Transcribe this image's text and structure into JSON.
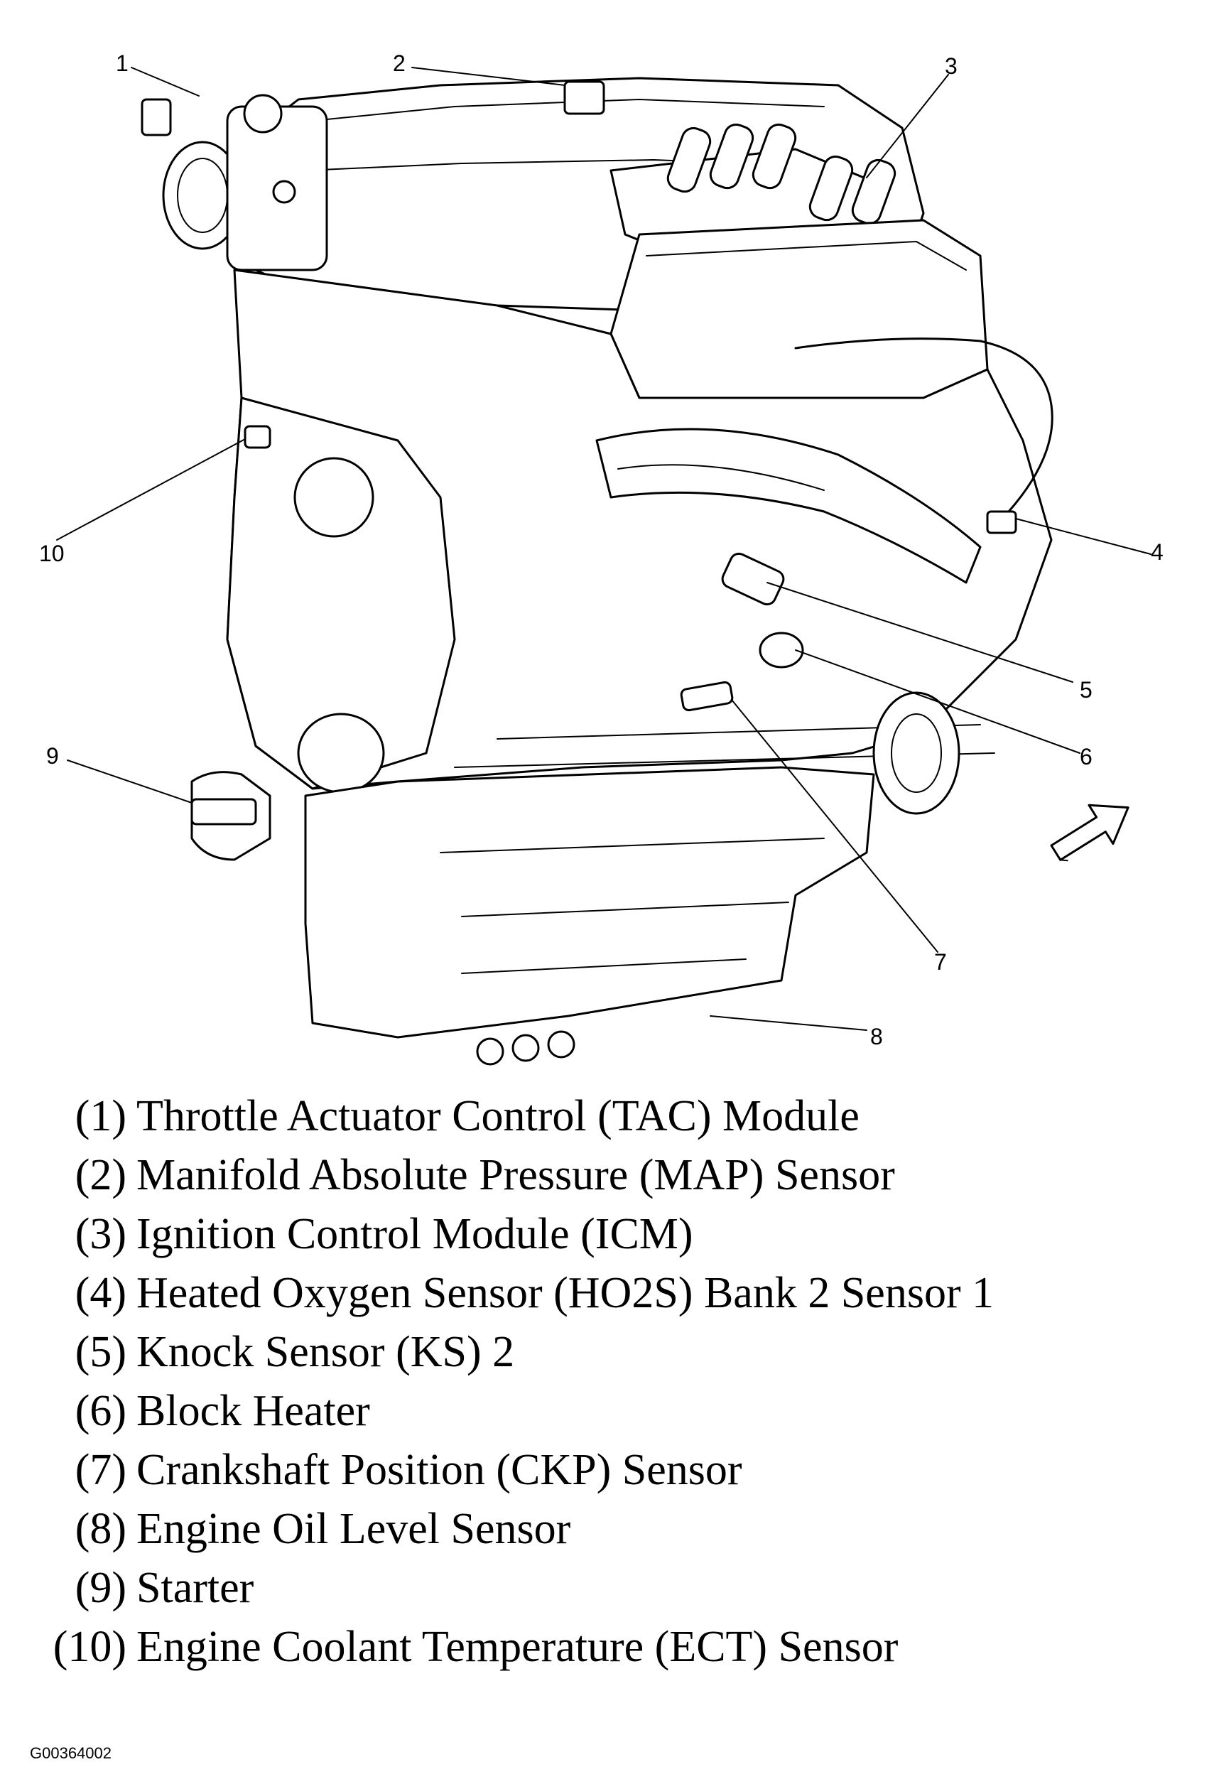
{
  "callouts": [
    {
      "n": "1"
    },
    {
      "n": "2"
    },
    {
      "n": "3"
    },
    {
      "n": "4"
    },
    {
      "n": "5"
    },
    {
      "n": "6"
    },
    {
      "n": "7"
    },
    {
      "n": "8"
    },
    {
      "n": "9"
    },
    {
      "n": "10"
    }
  ],
  "legend": [
    {
      "num": "(1)",
      "label": "Throttle Actuator Control (TAC) Module"
    },
    {
      "num": "(2)",
      "label": "Manifold Absolute Pressure (MAP) Sensor"
    },
    {
      "num": "(3)",
      "label": "Ignition Control Module (ICM)"
    },
    {
      "num": "(4)",
      "label": "Heated Oxygen Sensor (HO2S) Bank 2 Sensor 1"
    },
    {
      "num": "(5)",
      "label": "Knock Sensor (KS) 2"
    },
    {
      "num": "(6)",
      "label": "Block Heater"
    },
    {
      "num": "(7)",
      "label": "Crankshaft Position (CKP) Sensor"
    },
    {
      "num": "(8)",
      "label": "Engine Oil Level Sensor"
    },
    {
      "num": "(9)",
      "label": "Starter"
    },
    {
      "num": "(10)",
      "label": "Engine Coolant Temperature (ECT) Sensor"
    }
  ],
  "figure_code": "G00364002",
  "icons": [
    "engine-illustration",
    "direction-arrow-icon"
  ]
}
